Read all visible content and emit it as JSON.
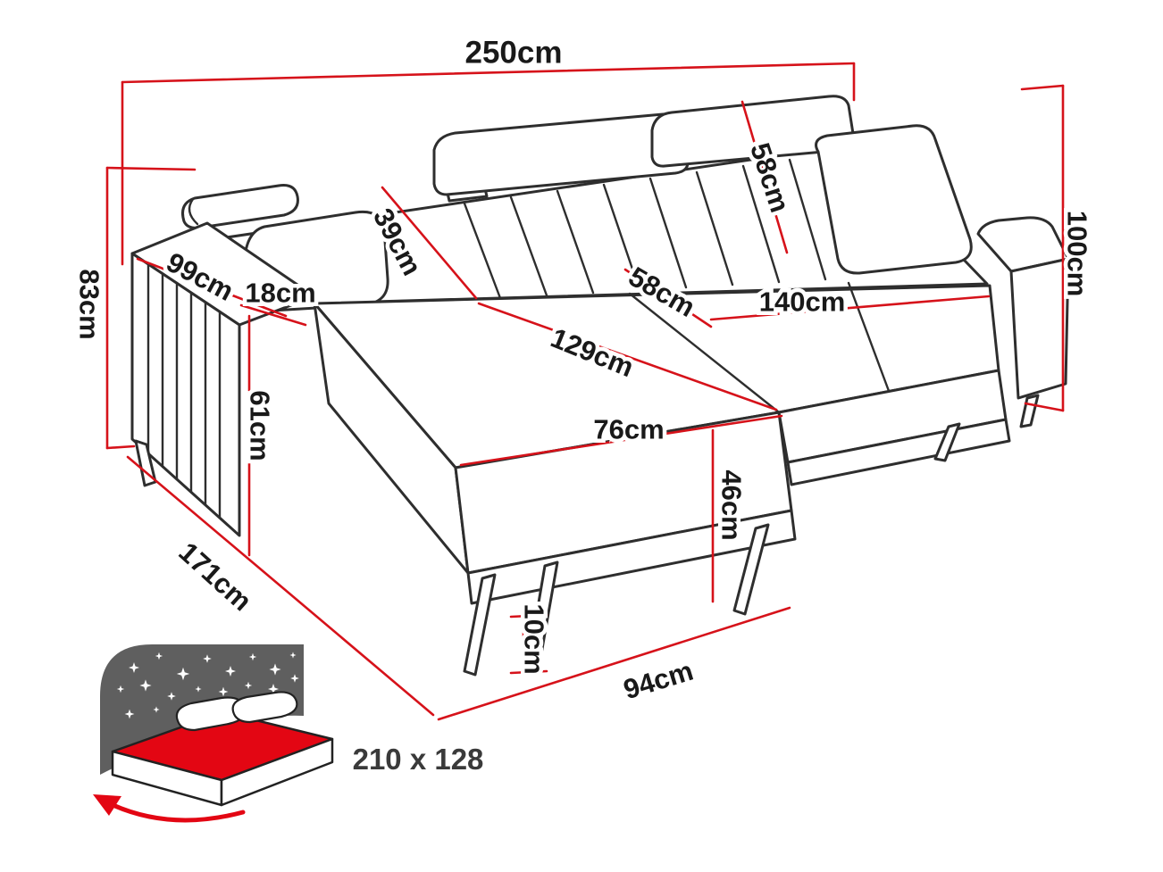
{
  "colors": {
    "dimension_red": "#d6121a",
    "outline_black": "#2e2e2e",
    "icon_red": "#e30613",
    "icon_gray": "#5f5f5f"
  },
  "dimensions": {
    "total_width": "250cm",
    "height_right": "100cm",
    "height_left": "83cm",
    "armrest_depth": "99cm",
    "armrest_width": "18cm",
    "backrest_depth": "39cm",
    "headrest_height": "58cm",
    "seat_depth": "58cm",
    "seat_width": "140cm",
    "seat_diagonal": "129cm",
    "armrest_height": "61cm",
    "chaise_front_width": "76cm",
    "front_height": "46cm",
    "chaise_length": "171cm",
    "leg_height": "10cm",
    "bottom_front_width": "94cm"
  },
  "sleeping_area": {
    "label": "210 x 128",
    "icon": "bed-with-stars-icon"
  }
}
